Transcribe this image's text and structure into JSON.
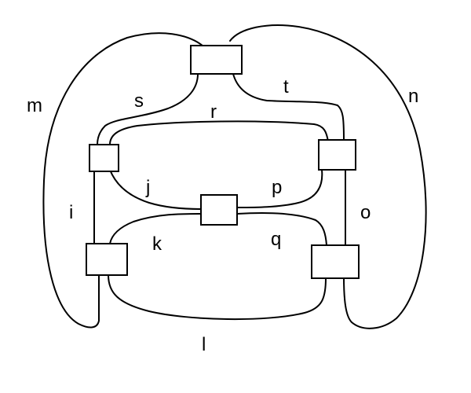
{
  "diagram": {
    "labels": {
      "m": "m",
      "n": "n",
      "s": "s",
      "t": "t",
      "r": "r",
      "i": "i",
      "j": "j",
      "p": "p",
      "o": "o",
      "k": "k",
      "q": "q",
      "l": "l"
    },
    "stroke_color": "#000000",
    "background_color": "#ffffff"
  }
}
